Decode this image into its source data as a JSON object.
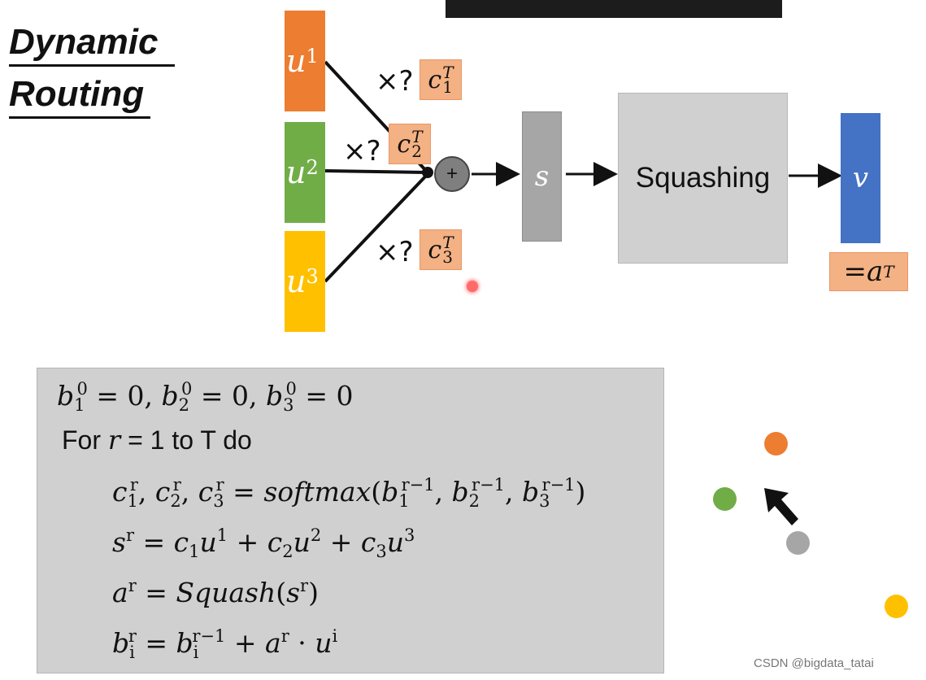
{
  "title": {
    "line1": "Dynamic",
    "line2": "Routing"
  },
  "inputs": [
    {
      "base": "u",
      "sup": "1",
      "color": "#ed7d31"
    },
    {
      "base": "u",
      "sup": "2",
      "color": "#70ad47"
    },
    {
      "base": "u",
      "sup": "3",
      "color": "#ffc000"
    }
  ],
  "coefficients": [
    {
      "times": "×?",
      "base": "c",
      "sub": "1",
      "sup": "T"
    },
    {
      "times": "×?",
      "base": "c",
      "sub": "2",
      "sup": "T"
    },
    {
      "times": "×?",
      "base": "c",
      "sub": "3",
      "sup": "T"
    }
  ],
  "plus_symbol": "+",
  "s_label": "s",
  "squash_label": "Squashing",
  "v_label": "v",
  "aT_label": {
    "eq": "= ",
    "base": "a",
    "sup": "T"
  },
  "algorithm": {
    "init": {
      "b": "b",
      "rest": " = 0, ",
      "sup": "0",
      "subs": [
        "1",
        "2",
        "3"
      ],
      "zero": "0"
    },
    "loop": "For r = 1 to T do",
    "line_c": {
      "lhs": "c",
      "sup": "r",
      "fn": "softmax",
      "barg_sup": "r−1"
    },
    "line_s": "s = c1u1 + c2u2 + c3u3",
    "line_a": "a = Squash(s)",
    "line_b": "b = b + a · u"
  },
  "colors": {
    "orange": "#ed7d31",
    "green": "#70ad47",
    "yellow": "#ffc000",
    "gray": "#a6a6a6",
    "blue": "#4472c4",
    "peach": "#f4b183"
  },
  "watermark": "CSDN @bigdata_tatai"
}
